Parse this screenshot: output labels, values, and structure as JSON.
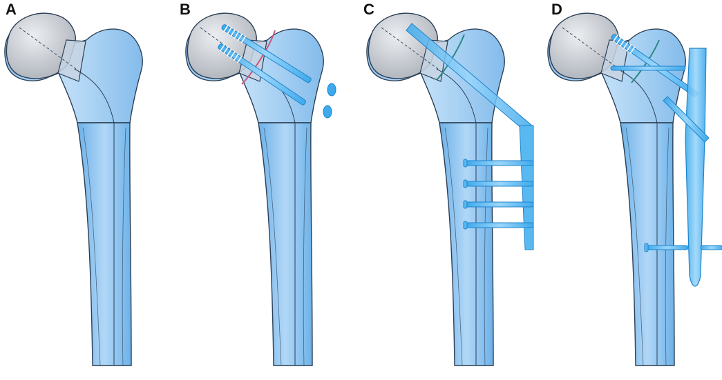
{
  "panels": [
    {
      "label": "A"
    },
    {
      "label": "B"
    },
    {
      "label": "C"
    },
    {
      "label": "D"
    }
  ],
  "colors": {
    "bone_fill": "#8cc3f0",
    "bone_stroke": "#2b3f55",
    "head_fill": "#cfd2d8",
    "implant_fill": "#5ab8f0",
    "implant_stroke": "#1f83c9",
    "cut_line_b": "#c2577d",
    "cut_line_cd": "#2a8a86"
  }
}
